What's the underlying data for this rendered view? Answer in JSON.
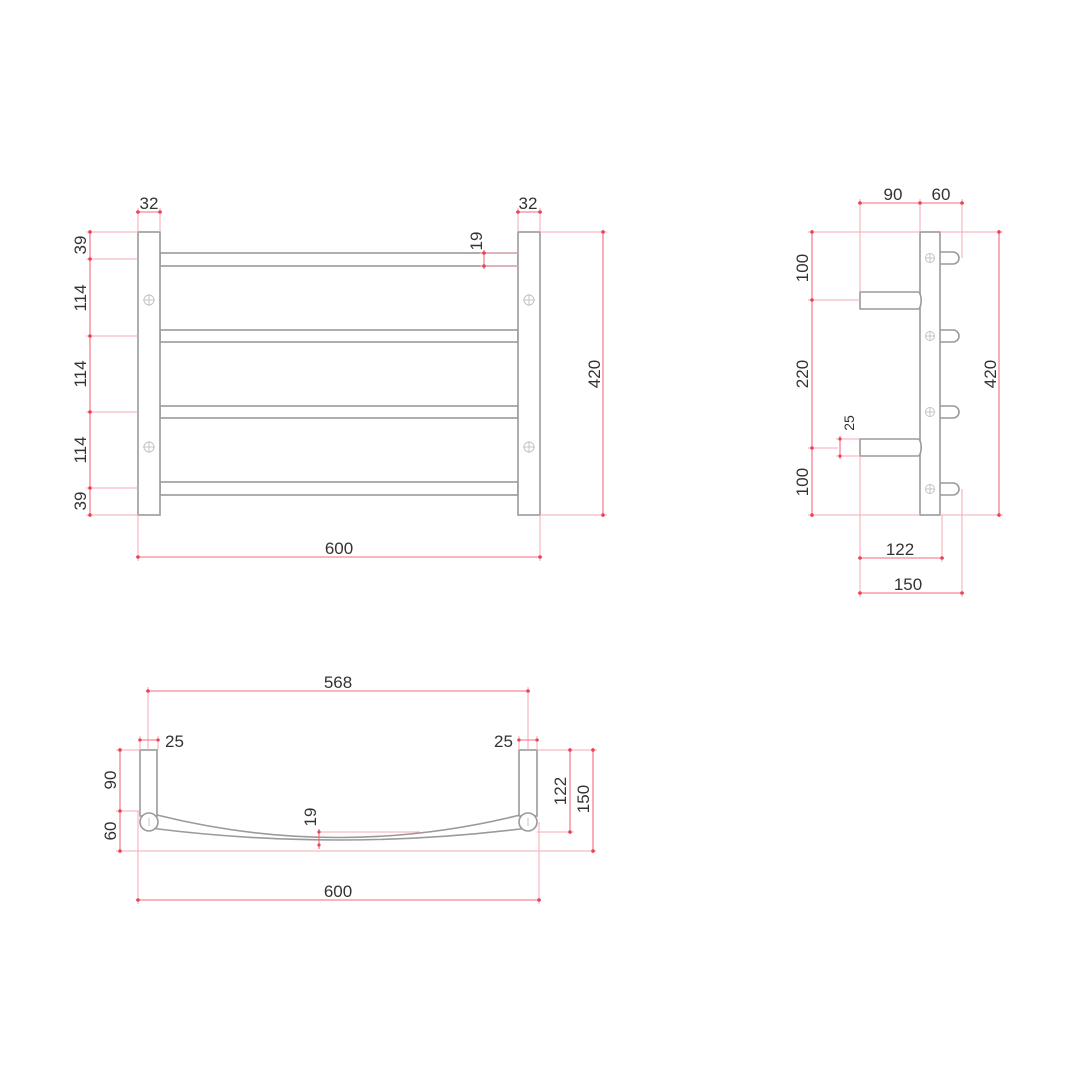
{
  "colors": {
    "background": "#ffffff",
    "object_line": "#9a9a9a",
    "dimension_line": "#f06b7c",
    "dimension_text": "#333333"
  },
  "front_view": {
    "post_width_left": "32",
    "post_width_right": "32",
    "bar_diameter": "19",
    "top_offset": "39",
    "spacing_1": "114",
    "spacing_2": "114",
    "spacing_3": "114",
    "bottom_offset": "39",
    "overall_height": "420",
    "overall_width": "600"
  },
  "side_view": {
    "arm_depth": "90",
    "hook_depth": "60",
    "top_to_arm": "100",
    "arm_spacing": "220",
    "arm_to_bottom": "100",
    "arm_thickness": "25",
    "overall_height": "420",
    "depth_to_plate": "122",
    "overall_depth": "150"
  },
  "top_view": {
    "inner_span": "568",
    "post_left_width": "25",
    "post_right_width": "25",
    "arm_length": "90",
    "bar_offset": "60",
    "bar_diameter": "19",
    "depth_to_bar": "122",
    "overall_depth": "150",
    "overall_width": "600"
  }
}
